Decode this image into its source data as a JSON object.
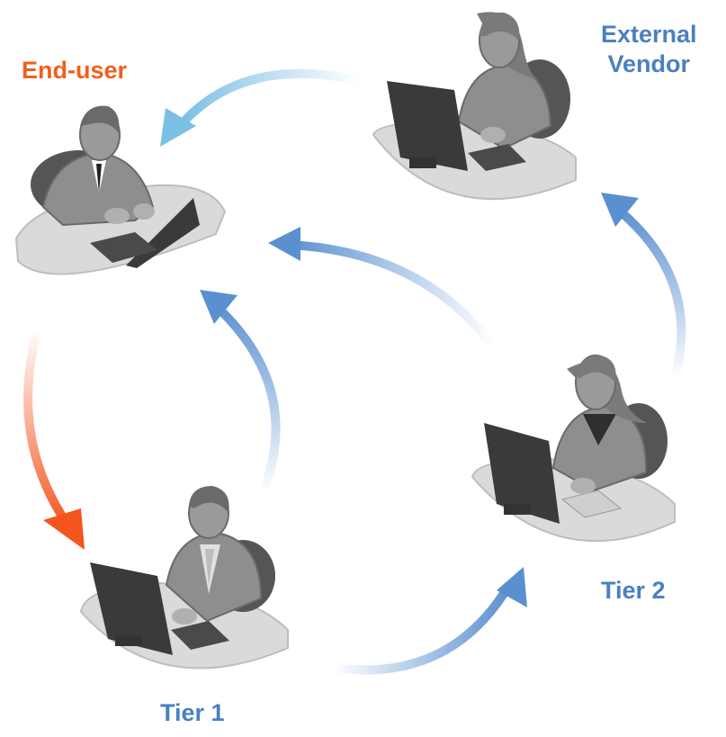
{
  "nodes": {
    "end_user": {
      "label": "End-user",
      "color": "#f0601c"
    },
    "external_vendor": {
      "label_line1": "External",
      "label_line2": "Vendor",
      "color": "#4a80c2"
    },
    "tier1": {
      "label": "Tier 1",
      "color": "#4a80c2"
    },
    "tier2": {
      "label": "Tier 2",
      "color": "#4a80c2"
    }
  },
  "colors": {
    "arrow_blue": "#5b90d0",
    "arrow_light_blue": "#7bbfe6",
    "arrow_orange": "#f2551e",
    "desk": "#dadada",
    "desk_edge": "#bdbdbd",
    "person": "#8e8e8e",
    "person_dark": "#6a6a6a",
    "monitor": "#3a3a3a"
  },
  "edges": [
    {
      "from": "end_user",
      "to": "tier1"
    },
    {
      "from": "tier1",
      "to": "end_user"
    },
    {
      "from": "tier1",
      "to": "tier2"
    },
    {
      "from": "tier2",
      "to": "end_user"
    },
    {
      "from": "tier2",
      "to": "external_vendor"
    },
    {
      "from": "external_vendor",
      "to": "end_user"
    }
  ]
}
